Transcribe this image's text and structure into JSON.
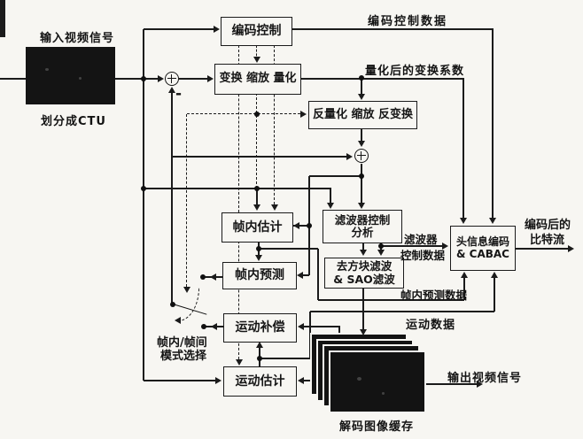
{
  "diagram": {
    "boxes": {
      "coder_control": "编码控制",
      "transform_scale_quant": "变换 缩放 量化",
      "inv_quant_inv_transform": "反量化 缩放 反变换",
      "intra_estimation": "帧内估计",
      "intra_prediction": "帧内预测",
      "motion_compensation": "运动补偿",
      "motion_estimation": "运动估计",
      "filter_control_line1": "滤波器控制",
      "filter_control_line2": "分析",
      "deblock_line1": "去方块滤波",
      "deblock_line2": "& SAO滤波",
      "header_coding_line1": "头信息编码",
      "header_coding_line2": "& CABAC"
    },
    "labels": {
      "input_signal": "输入视频信号",
      "split_ctu": "划分成CTU",
      "coder_control_data": "编码控制数据",
      "quantized_coeffs": "量化后的变换系数",
      "bitstream_line1": "编码后的",
      "bitstream_line2": "比特流",
      "filter_data_line1": "滤波器",
      "filter_data_line2": "控制数据",
      "intra_pred_data": "帧内预测数据",
      "motion_data": "运动数据",
      "output_signal": "输出视频信号",
      "decoded_picture_buffer": "解码图像缓存",
      "mode_select_line1": "帧内/帧间",
      "mode_select_line2": "模式选择",
      "minus_sign": "-"
    },
    "colors": {
      "line": "#1b1b1b",
      "background": "#f7f6f2",
      "frame_fill": "#131313"
    }
  }
}
